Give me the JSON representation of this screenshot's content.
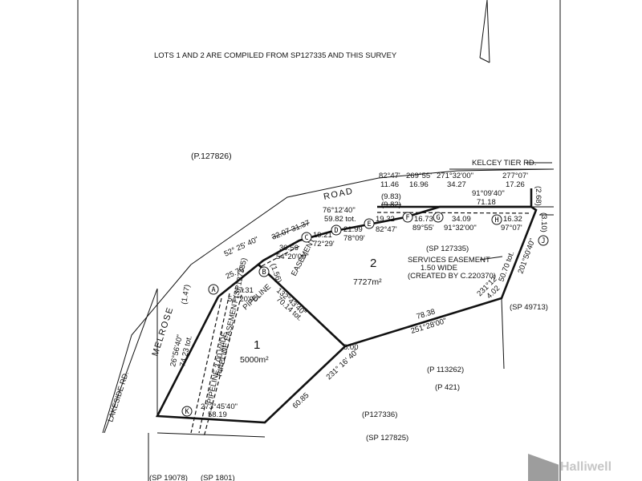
{
  "header_note": "LOTS 1 AND 2 ARE COMPILED FROM SP127335 AND THIS SURVEY",
  "plan_ref_top": "(P.127826)",
  "roads": {
    "road": "ROAD",
    "kelcey": "KELCEY TIER RD.",
    "melrose": "MELROSE",
    "lakeside": "LAKESIDE RD."
  },
  "lots": [
    {
      "number": "1",
      "area": "5000m²"
    },
    {
      "number": "2",
      "area": "7727m²"
    }
  ],
  "points": [
    "A",
    "B",
    "C",
    "D",
    "E",
    "F",
    "G",
    "H",
    "J",
    "K"
  ],
  "road_frontage": {
    "bearing_52": "52° 25' 40\"",
    "dist_25_70": "25.70",
    "struck": "32.07 31.37",
    "b76": "76°12'40\"",
    "dist_59_82": "59.82 tot.",
    "d19_21": "19.21",
    "b72_29": "72°29'",
    "d21_99": "21.99",
    "b78_09": "78°09'",
    "d19_32": "19.32",
    "b82_47": "82°47'",
    "b82_47_top": "82°47'",
    "d11_46": "11.46",
    "paren_9_83": "(9.83)",
    "paren_9_82": "(9.82)",
    "b269_55": "269°55'",
    "d16_96": "16.96",
    "d16_73": "16.73",
    "b89_55": "89°55'",
    "b271_32": "271°32'00\"",
    "d34_27": "34.27",
    "d34_09": "34.09",
    "b91_32": "91°32'00\"",
    "b91_09": "91°09'40\"",
    "d71_18": "71.18",
    "b277_07": "277°07'",
    "d17_26": "17.26",
    "d16_32": "16.32",
    "b97_07": "97°07'",
    "paren_2_68": "(2.68)",
    "paren_3_10": "(3.10)",
    "d30_56": "30.56",
    "b54_20": "54°20'00\"",
    "paren_1_56": "(1.56)",
    "easement": "EASEMENT"
  },
  "lot1": {
    "paren_1_47": "(1.47)",
    "b26_56": "26°56'40\"",
    "d74_23": "74.23 tot.",
    "d27_31": "27.31",
    "b54_20_k": "54°20'00\"",
    "pipeline": "PIPELINE",
    "b132_43": "132°43'40\"",
    "d70_14": "70.14 tot.",
    "d8_00": "8.00",
    "d60_85": "60.85",
    "b231_16": "231° 16' 40\"",
    "b273_45": "273°45'40\"",
    "d58_19": "58.19",
    "pipeline_easement": "PIPELINE EASEMENT (SP127335)",
    "pipeline_wide": "PIPELINE 3.00 WIDE"
  },
  "lot2": {
    "sp127335": "(SP 127335)",
    "services_1": "SERVICES EASEMENT",
    "services_2": "1.50 WIDE",
    "services_3": "(CREATED BY C.220370)",
    "d78_38": "78.38",
    "b251_28": "251°28'00\"",
    "d50_70": "50.70 tot.",
    "b201_50": "201°50'40\"",
    "b231_12": "231°12'",
    "d4_02": "4.02"
  },
  "adjoining": {
    "sp49713": "(SP 49713)",
    "p113262": "(P 113262)",
    "p421": "(P 421)",
    "p127336": "(P127336)",
    "sp127825": "(SP 127825)",
    "sp19078": "(SP 19078)",
    "sp1801": "(SP 1801)"
  },
  "watermark": "Halliwell"
}
